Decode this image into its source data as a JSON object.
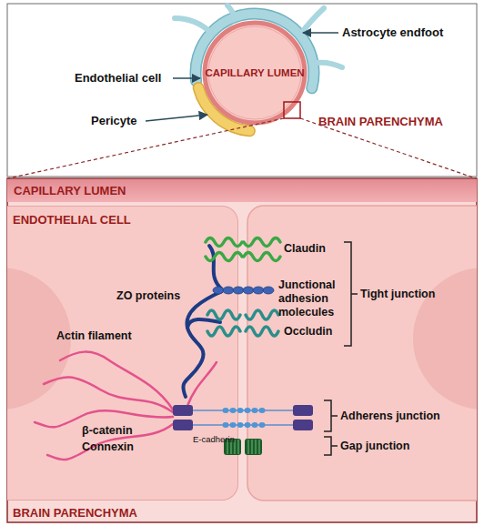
{
  "diagram": {
    "nodes": [
      {
        "text": [
          "CAPILLARY LUMEN"
        ]
      },
      {
        "text": [
          "CAPILLARY LUMEN"
        ]
      },
      {
        "text": [
          "ENDOTHELIAL CELL"
        ]
      }
    ],
    "labels": [
      "Astrocyte endfoot",
      "Endothelial cell",
      "Pericyte",
      "BRAIN PARENCHYMA",
      "Claudin",
      "ZO proteins",
      "Junctional adhesion molecules",
      "Occludin",
      "Tight junction",
      "Actin filament",
      "Adherens junction",
      "β-catenin",
      "E-cadherin",
      "Connexin",
      "Gap junction",
      "BRAIN PARENCHYMA"
    ]
  }
}
